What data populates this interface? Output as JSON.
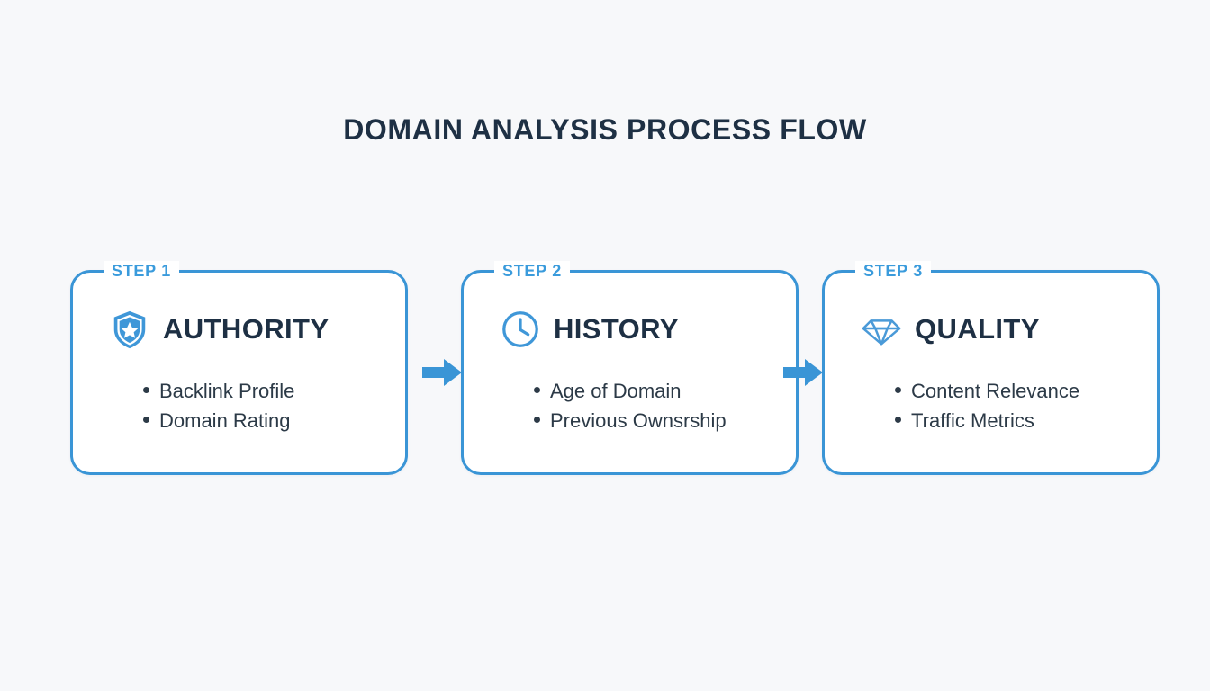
{
  "page": {
    "title": "DOMAIN ANALYSIS PROCESS FLOW",
    "background_color": "#F7F8FA",
    "accent_color": "#3A95D6",
    "step_label_color": "#3A9BDC",
    "heading_color": "#1E3044",
    "body_text_color": "#2C3A47"
  },
  "flow": {
    "steps": [
      {
        "step_label": "STEP 1",
        "icon": "shield-star-icon",
        "heading": "AUTHORITY",
        "items": [
          "Backlink Profile",
          "Domain Rating"
        ]
      },
      {
        "step_label": "STEP 2",
        "icon": "clock-icon",
        "heading": "HISTORY",
        "items": [
          "Age of Domain",
          "Previous Ownsrship"
        ]
      },
      {
        "step_label": "STEP 3",
        "icon": "diamond-icon",
        "heading": "QUALITY",
        "items": [
          "Content Relevance",
          "Traffic Metrics"
        ]
      }
    ],
    "connectors": [
      {
        "icon": "arrow-right-icon"
      },
      {
        "icon": "arrow-right-icon"
      }
    ]
  }
}
